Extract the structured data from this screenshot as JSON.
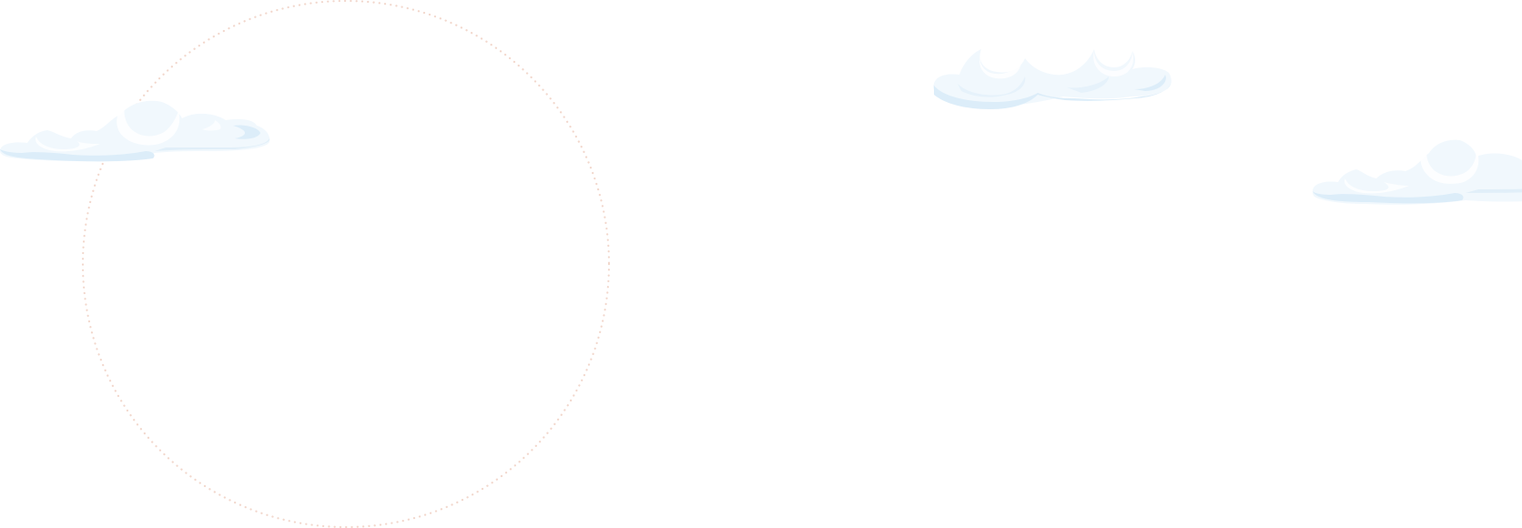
{
  "colors": {
    "background": "#ffffff",
    "ring_dots": "#f2d7cc",
    "cloud_light": "#f1f8fd",
    "cloud_mid": "#e6f2fb",
    "cloud_shadow": "#d8ebf8",
    "cloud_highlight": "#ffffff"
  },
  "decorations": {
    "ring": "dotted-circle",
    "clouds": [
      "cloud",
      "cloud",
      "cloud"
    ]
  }
}
